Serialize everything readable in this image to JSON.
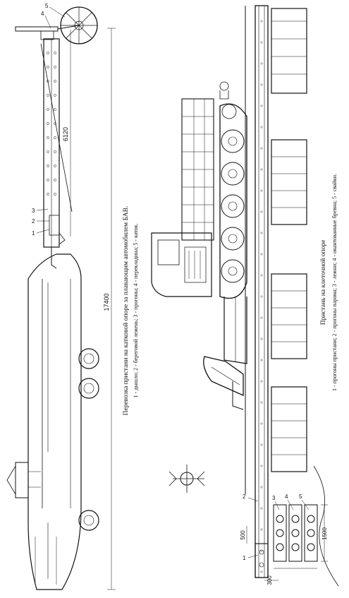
{
  "top_drawing": {
    "caption_title": "Перевозка пристани на катковой опоре за плавающим автомобилем БАВ.",
    "caption_legend": "1 - дышло; 2 - береговой лежень; 3 - прогоны; 4 - перекладина; 5 - каток.",
    "dim_length": "17400",
    "dim_span": "6120",
    "callouts": [
      "1",
      "2",
      "3",
      "4",
      "5"
    ]
  },
  "bottom_drawing": {
    "caption_title": "Пристань на клеточной опоре",
    "caption_legend": "1 - прогоны пристани; 2 - прогоны парома; 3 - лежни; 4 - окантованные бревна; 5 - свайки.",
    "dim_width": "1500",
    "dim_beam": "500",
    "dim_spacing": "300",
    "callouts": [
      "1",
      "2",
      "3",
      "4",
      "5"
    ]
  }
}
